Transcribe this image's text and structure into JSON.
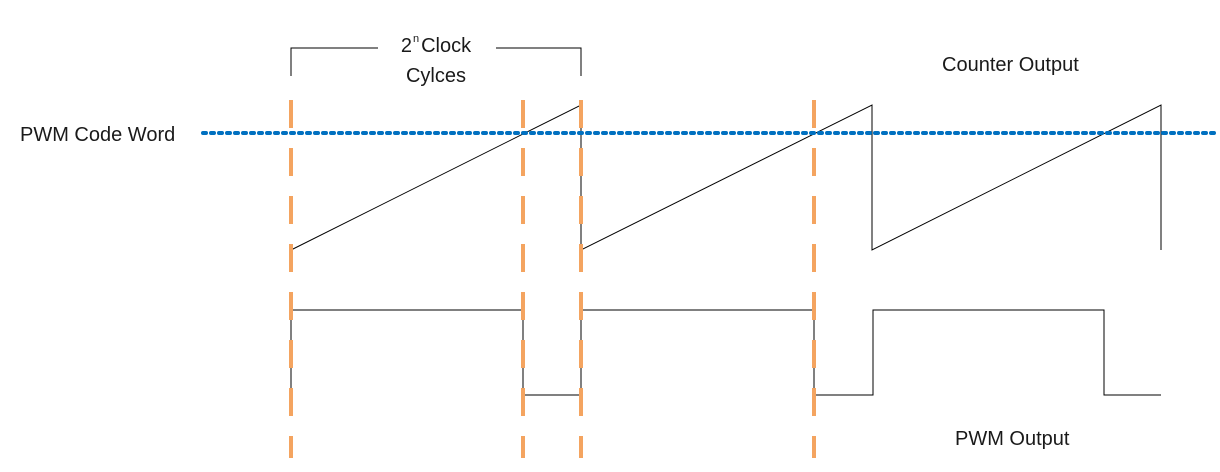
{
  "labels": {
    "pwm_code_word": "PWM Code Word",
    "counter_output": "Counter Output",
    "pwm_output": "PWM Output",
    "clock_base": "2",
    "clock_exponent": "n",
    "clock_word": "Clock",
    "clock_line2": "Cylces"
  },
  "colors": {
    "code_word_line": "#0070c0",
    "marker_lines": "#f4a460",
    "waveform": "#000000"
  }
}
